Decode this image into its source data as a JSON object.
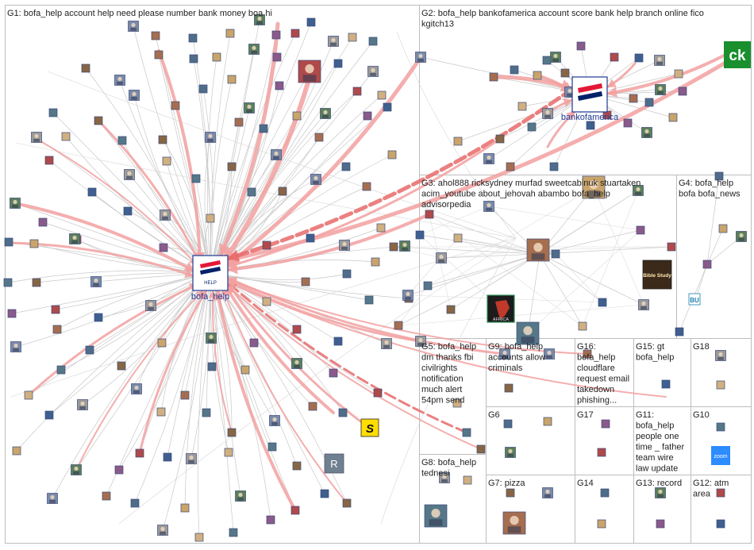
{
  "groups": [
    {
      "id": "G1",
      "lines": [
        "G1: bofa_help account help need please number bank money boa hi"
      ]
    },
    {
      "id": "G2",
      "lines": [
        "G2: bofa_help bankofamerica account score bank help branch online fico",
        "kgitch13"
      ]
    },
    {
      "id": "G3",
      "lines": [
        "G3: ahol888 ricksydney murfad sweetcabinuk stuartaken",
        "acim_youtube about_jehovah abambo bofa_help",
        "advisorpedia"
      ]
    },
    {
      "id": "G4",
      "lines": [
        "G4: bofa_help",
        "bofa bofa_news"
      ]
    },
    {
      "id": "G5",
      "lines": [
        "G5: bofa_help",
        "dm thanks fbi",
        "civilrights",
        "notification",
        "much alert",
        "54pm send"
      ]
    },
    {
      "id": "G9",
      "lines": [
        "G9: bofa_help",
        "accounts allow",
        "criminals"
      ]
    },
    {
      "id": "G16",
      "lines": [
        "G16:",
        "bofa_help",
        "cloudflare",
        "request email",
        "takedown",
        "phishing..."
      ]
    },
    {
      "id": "G15",
      "lines": [
        "G15: gt",
        "bofa_help"
      ]
    },
    {
      "id": "G18",
      "lines": [
        "G18"
      ]
    },
    {
      "id": "G6",
      "lines": [
        "G6"
      ]
    },
    {
      "id": "G17",
      "lines": [
        "G17"
      ]
    },
    {
      "id": "G11",
      "lines": [
        "G11:",
        "bofa_help",
        "people one",
        "time _ father",
        "team wire",
        "law update"
      ]
    },
    {
      "id": "G10",
      "lines": [
        "G10"
      ]
    },
    {
      "id": "G8",
      "lines": [
        "G8: bofa_help",
        "tednesi"
      ]
    },
    {
      "id": "G7",
      "lines": [
        "G7: pizza"
      ]
    },
    {
      "id": "G14",
      "lines": [
        "G14"
      ]
    },
    {
      "id": "G13",
      "lines": [
        "G13: record"
      ]
    },
    {
      "id": "G12",
      "lines": [
        "G12: atm",
        "area"
      ]
    }
  ],
  "hubs": [
    {
      "id": "bofa_help",
      "label": "bofa_help",
      "logo_text": "HELP"
    },
    {
      "id": "bankofamerica",
      "label": "bankofamerica",
      "logo_text": ""
    }
  ],
  "badges": {
    "ck": "ck",
    "s": "S",
    "r": "R",
    "zoom": "zoom",
    "bu": "BU",
    "bible": "Bible Study",
    "africa": "AFRICA"
  },
  "colors": {
    "edge_light": "#c8c8c8",
    "edge_strong": "#f2a0a0",
    "edge_strongest": "#e86a6a",
    "box_border": "#bdbdbd",
    "bofa_red": "#e31837",
    "bofa_blue": "#012169",
    "ck_green": "#1a8f2e",
    "s_yellow": "#ffdd00",
    "zoom_blue": "#2d8cff"
  }
}
